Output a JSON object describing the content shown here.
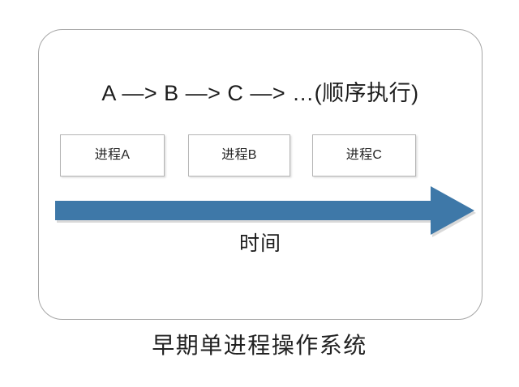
{
  "diagram": {
    "caption": "早期单进程操作系统",
    "frame": {
      "name": "rounded-container"
    },
    "sequence_text": "A —> B —> C —> …(顺序执行)",
    "processes": [
      {
        "label": "进程A"
      },
      {
        "label": "进程B"
      },
      {
        "label": "进程C"
      }
    ],
    "time_axis": {
      "label": "时间",
      "direction": "left-to-right",
      "arrow_color": "#3E78A8",
      "arrow_shadow_color": "#B8B8B8"
    },
    "colors": {
      "frame_border": "#A6A6A6",
      "box_border": "#B5B5B5",
      "box_fill": "#FFFFFF",
      "text": "#1C1C1C",
      "background": "#FFFFFF"
    }
  }
}
